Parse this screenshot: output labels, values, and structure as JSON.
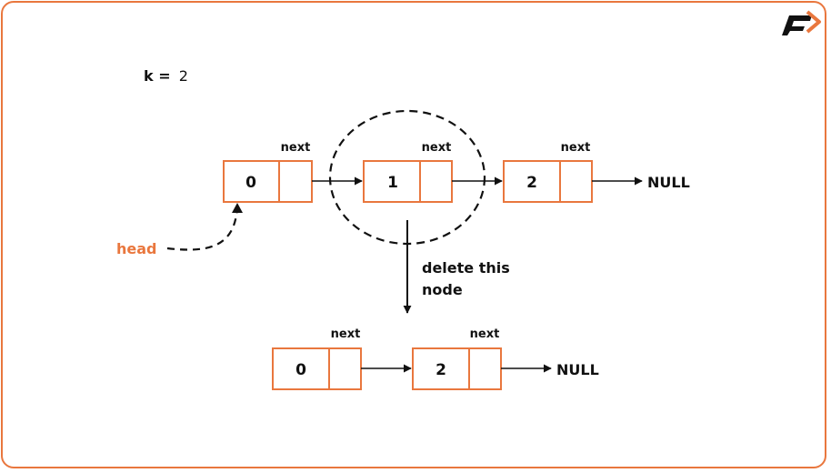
{
  "k_label": "k =",
  "k_value": "2",
  "head_label": "head",
  "next_label": "next",
  "null_label": "NULL",
  "delete_label_line1": "delete this",
  "delete_label_line2": "node",
  "before_nodes": [
    "0",
    "1",
    "2"
  ],
  "after_nodes": [
    "0",
    "2"
  ],
  "colors": {
    "accent": "#e9773e",
    "ink": "#111111"
  },
  "logo_icon": "F-arrow-logo-icon"
}
